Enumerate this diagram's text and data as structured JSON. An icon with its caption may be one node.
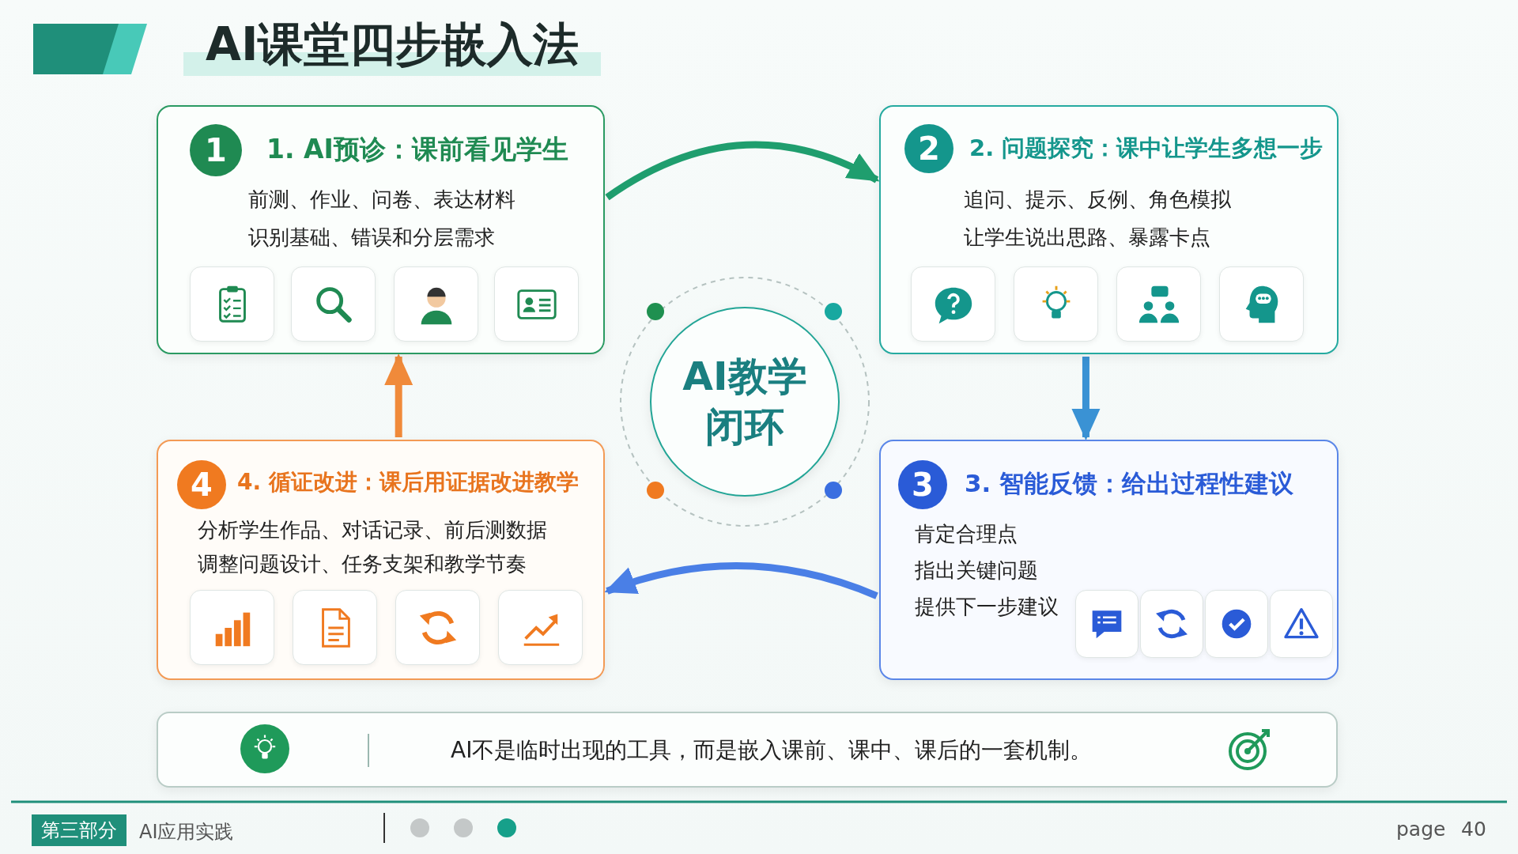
{
  "diagram": {
    "title": "AI课堂四步嵌入法",
    "nodes": [
      {
        "text": [
          "1. AI预诊：课前看见学生",
          "前测、作业、问卷、表达材料",
          "识别基础、错误和分层需求"
        ]
      },
      {
        "text": [
          "1"
        ],
        "in": 0
      },
      {
        "text": [
          "2. 问题探究：课中让学生多想一步",
          "追问、提示、反例、角色模拟",
          "让学生说出思路、暴露卡点"
        ]
      },
      {
        "text": [
          "2"
        ],
        "in": 2
      },
      {
        "text": [
          "AI教学闭环"
        ]
      },
      {
        "text": [
          "4. 循证改进：课后用证据改进教学",
          "分析学生作品、对话记录、前后测数据",
          "调整问题设计、任务支架和教学节奏"
        ]
      },
      {
        "text": [
          "4"
        ],
        "in": 5
      },
      {
        "text": [
          "3. 智能反馈：给出过程性建议",
          "肯定合理点",
          "指出关键问题",
          "提供下一步建议"
        ]
      },
      {
        "text": [
          "3"
        ],
        "in": 7
      },
      {
        "text": [
          "AI不是临时出现的工具，而是嵌入课前、课中、课后的一套机制。"
        ]
      }
    ],
    "edges": [
      {
        "from": 0,
        "to": 2,
        "arrow": "to",
        "color": "#1f9e6e"
      },
      {
        "from": 2,
        "to": 7,
        "arrow": "to",
        "color": "#3a92d4"
      },
      {
        "from": 7,
        "to": 5,
        "arrow": "to",
        "color": "#4a7fe6"
      },
      {
        "from": 5,
        "to": 0,
        "arrow": "to",
        "color": "#f08a3a"
      }
    ],
    "labels": [
      "第三部分",
      "AI应用实践",
      "page",
      "40"
    ]
  }
}
